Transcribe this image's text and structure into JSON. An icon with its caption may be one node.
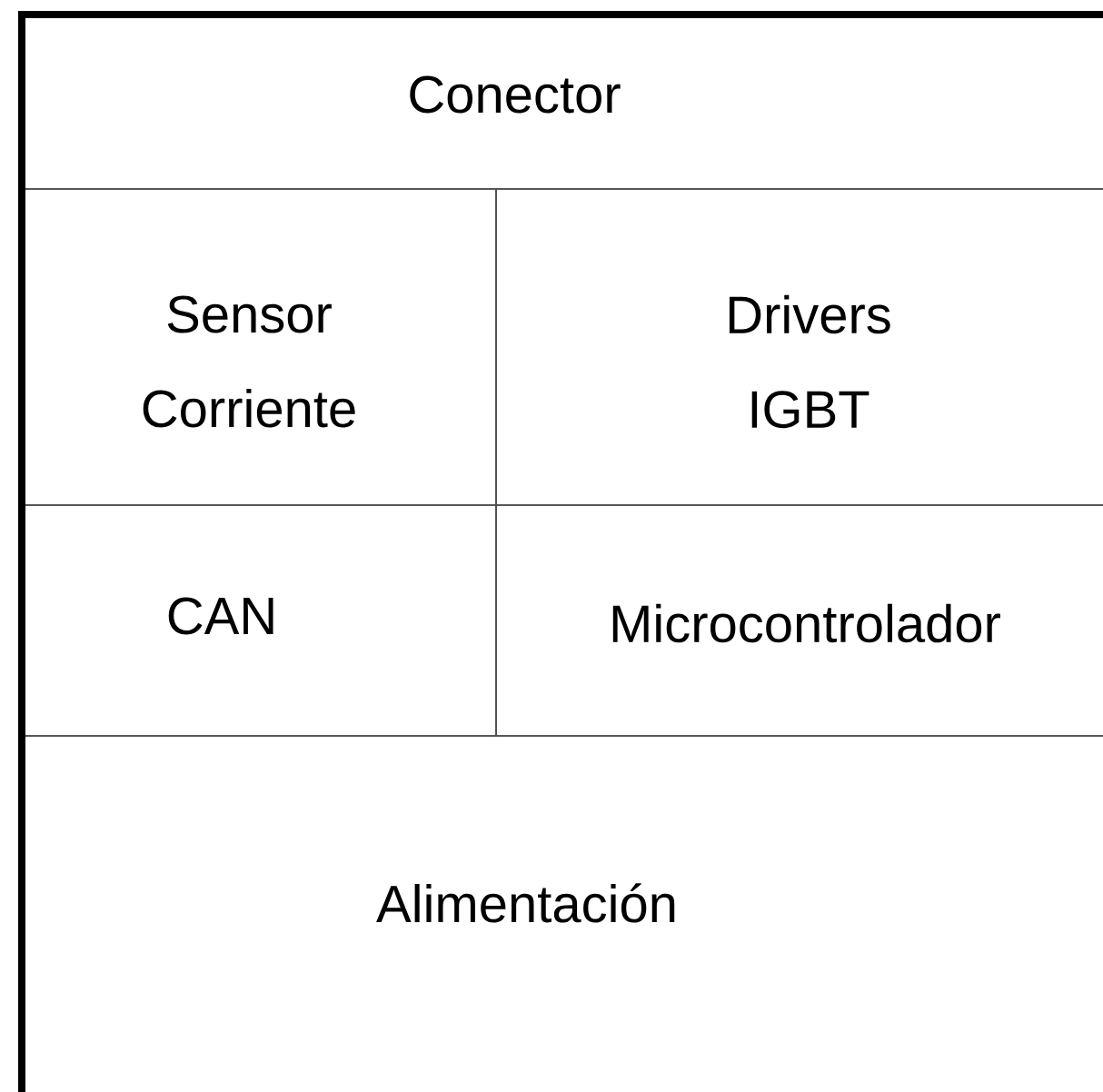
{
  "diagram": {
    "nodes": [
      {
        "text": [
          "Conector"
        ]
      },
      {
        "text": [
          "Sensor Corriente"
        ]
      },
      {
        "text": [
          "Drivers IGBT"
        ]
      },
      {
        "text": [
          "CAN"
        ]
      },
      {
        "text": [
          "Microcontrolador"
        ]
      },
      {
        "text": [
          "Alimentación"
        ]
      }
    ]
  }
}
